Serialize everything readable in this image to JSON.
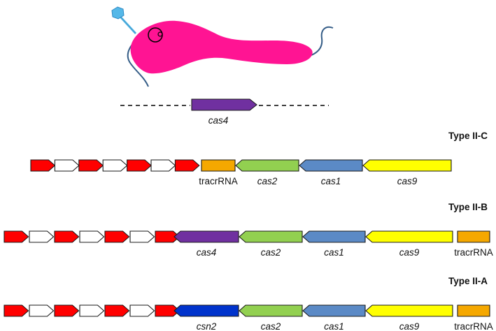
{
  "colors": {
    "spacer": "#ff0000",
    "repeat": "#ffffff",
    "tracrRNA": "#f5a800",
    "cas2": "#92d050",
    "cas1": "#5b8ac6",
    "cas9": "#ffff00",
    "cas4": "#7030a0",
    "csn2": "#0033cc",
    "bacterium": "#ff1493",
    "phage": "#55b8e8"
  },
  "top": {
    "gene_label": "cas4",
    "icons": [
      "bacterium-icon",
      "phage-icon",
      "plasmid-icon"
    ]
  },
  "loci": [
    {
      "type_label": "Type II-C",
      "array": [
        "spacer",
        "repeat",
        "spacer",
        "repeat",
        "spacer",
        "repeat",
        "spacer"
      ],
      "genes": [
        {
          "name": "tracrRNA",
          "direction": "none",
          "italic": false
        },
        {
          "name": "cas2",
          "direction": "left",
          "italic": true
        },
        {
          "name": "cas1",
          "direction": "left",
          "italic": true
        },
        {
          "name": "cas9",
          "direction": "left",
          "italic": true
        }
      ]
    },
    {
      "type_label": "Type II-B",
      "array": [
        "spacer",
        "repeat",
        "spacer",
        "repeat",
        "spacer",
        "repeat",
        "spacer"
      ],
      "genes": [
        {
          "name": "cas4",
          "direction": "left",
          "italic": true
        },
        {
          "name": "cas2",
          "direction": "left",
          "italic": true
        },
        {
          "name": "cas1",
          "direction": "left",
          "italic": true
        },
        {
          "name": "cas9",
          "direction": "left",
          "italic": true
        },
        {
          "name": "tracrRNA",
          "direction": "none",
          "italic": false
        }
      ]
    },
    {
      "type_label": "Type II-A",
      "array": [
        "spacer",
        "repeat",
        "spacer",
        "repeat",
        "spacer",
        "repeat",
        "spacer"
      ],
      "genes": [
        {
          "name": "csn2",
          "direction": "left",
          "italic": true
        },
        {
          "name": "cas2",
          "direction": "left",
          "italic": true
        },
        {
          "name": "cas1",
          "direction": "left",
          "italic": true
        },
        {
          "name": "cas9",
          "direction": "left",
          "italic": true
        },
        {
          "name": "tracrRNA",
          "direction": "none",
          "italic": false
        }
      ]
    }
  ]
}
